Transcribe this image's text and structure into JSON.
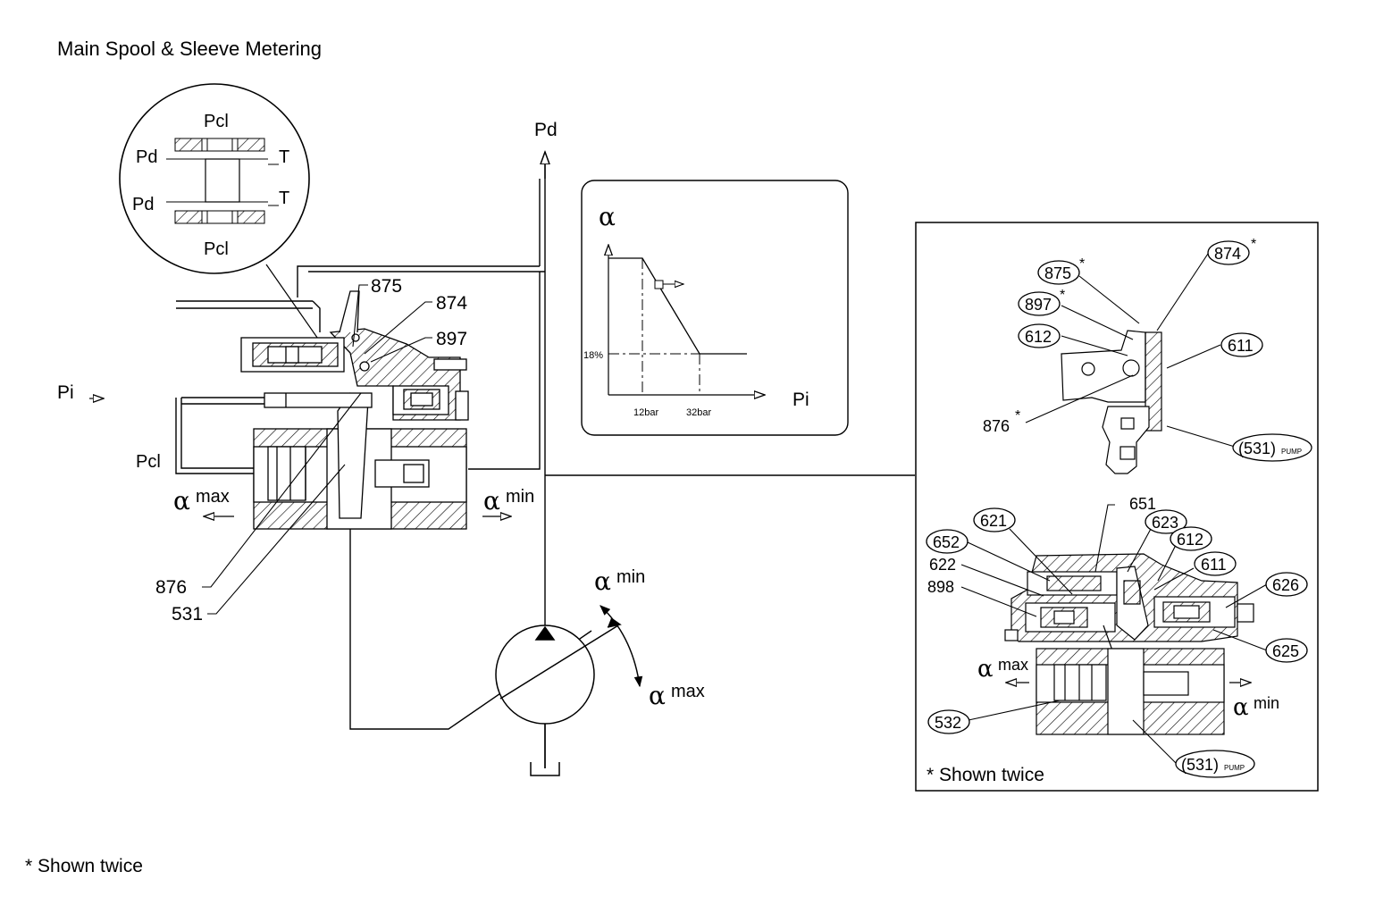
{
  "title": "Main Spool & Sleeve Metering",
  "footnote": "* Shown twice",
  "schematic": {
    "pd_top": "Pd",
    "pi_left": "Pi",
    "pcl_left": "Pcl",
    "alpha": "α",
    "max": "max",
    "min": "min",
    "labels": {
      "l875": "875",
      "l874": "874",
      "l897": "897",
      "l876": "876",
      "l531": "531"
    }
  },
  "detail_circle": {
    "pcl_top": "Pcl",
    "pcl_bottom": "Pcl",
    "pd_upper": "Pd",
    "pd_lower": "Pd",
    "t_upper": "T",
    "t_lower": "T"
  },
  "graph": {
    "y_axis": "α",
    "x_axis": "Pi",
    "level": "18%",
    "tick1": "12bar",
    "tick2": "32bar"
  },
  "parts_panel": {
    "shown_twice": "* Shown twice",
    "top": {
      "b875": "875",
      "b897": "897",
      "b612": "612",
      "b874": "874",
      "b611": "611",
      "l876": "876",
      "b531": "(531)",
      "pump": "PUMP",
      "star": "*"
    },
    "bottom": {
      "b621": "621",
      "b652": "652",
      "l622": "622",
      "l898": "898",
      "l651": "651",
      "b623": "623",
      "b612": "612",
      "b611": "611",
      "b626": "626",
      "b625": "625",
      "b532": "532",
      "b531": "(531)",
      "pump": "PUMP"
    }
  },
  "colors": {
    "ink": "#000000",
    "background": "#ffffff"
  }
}
